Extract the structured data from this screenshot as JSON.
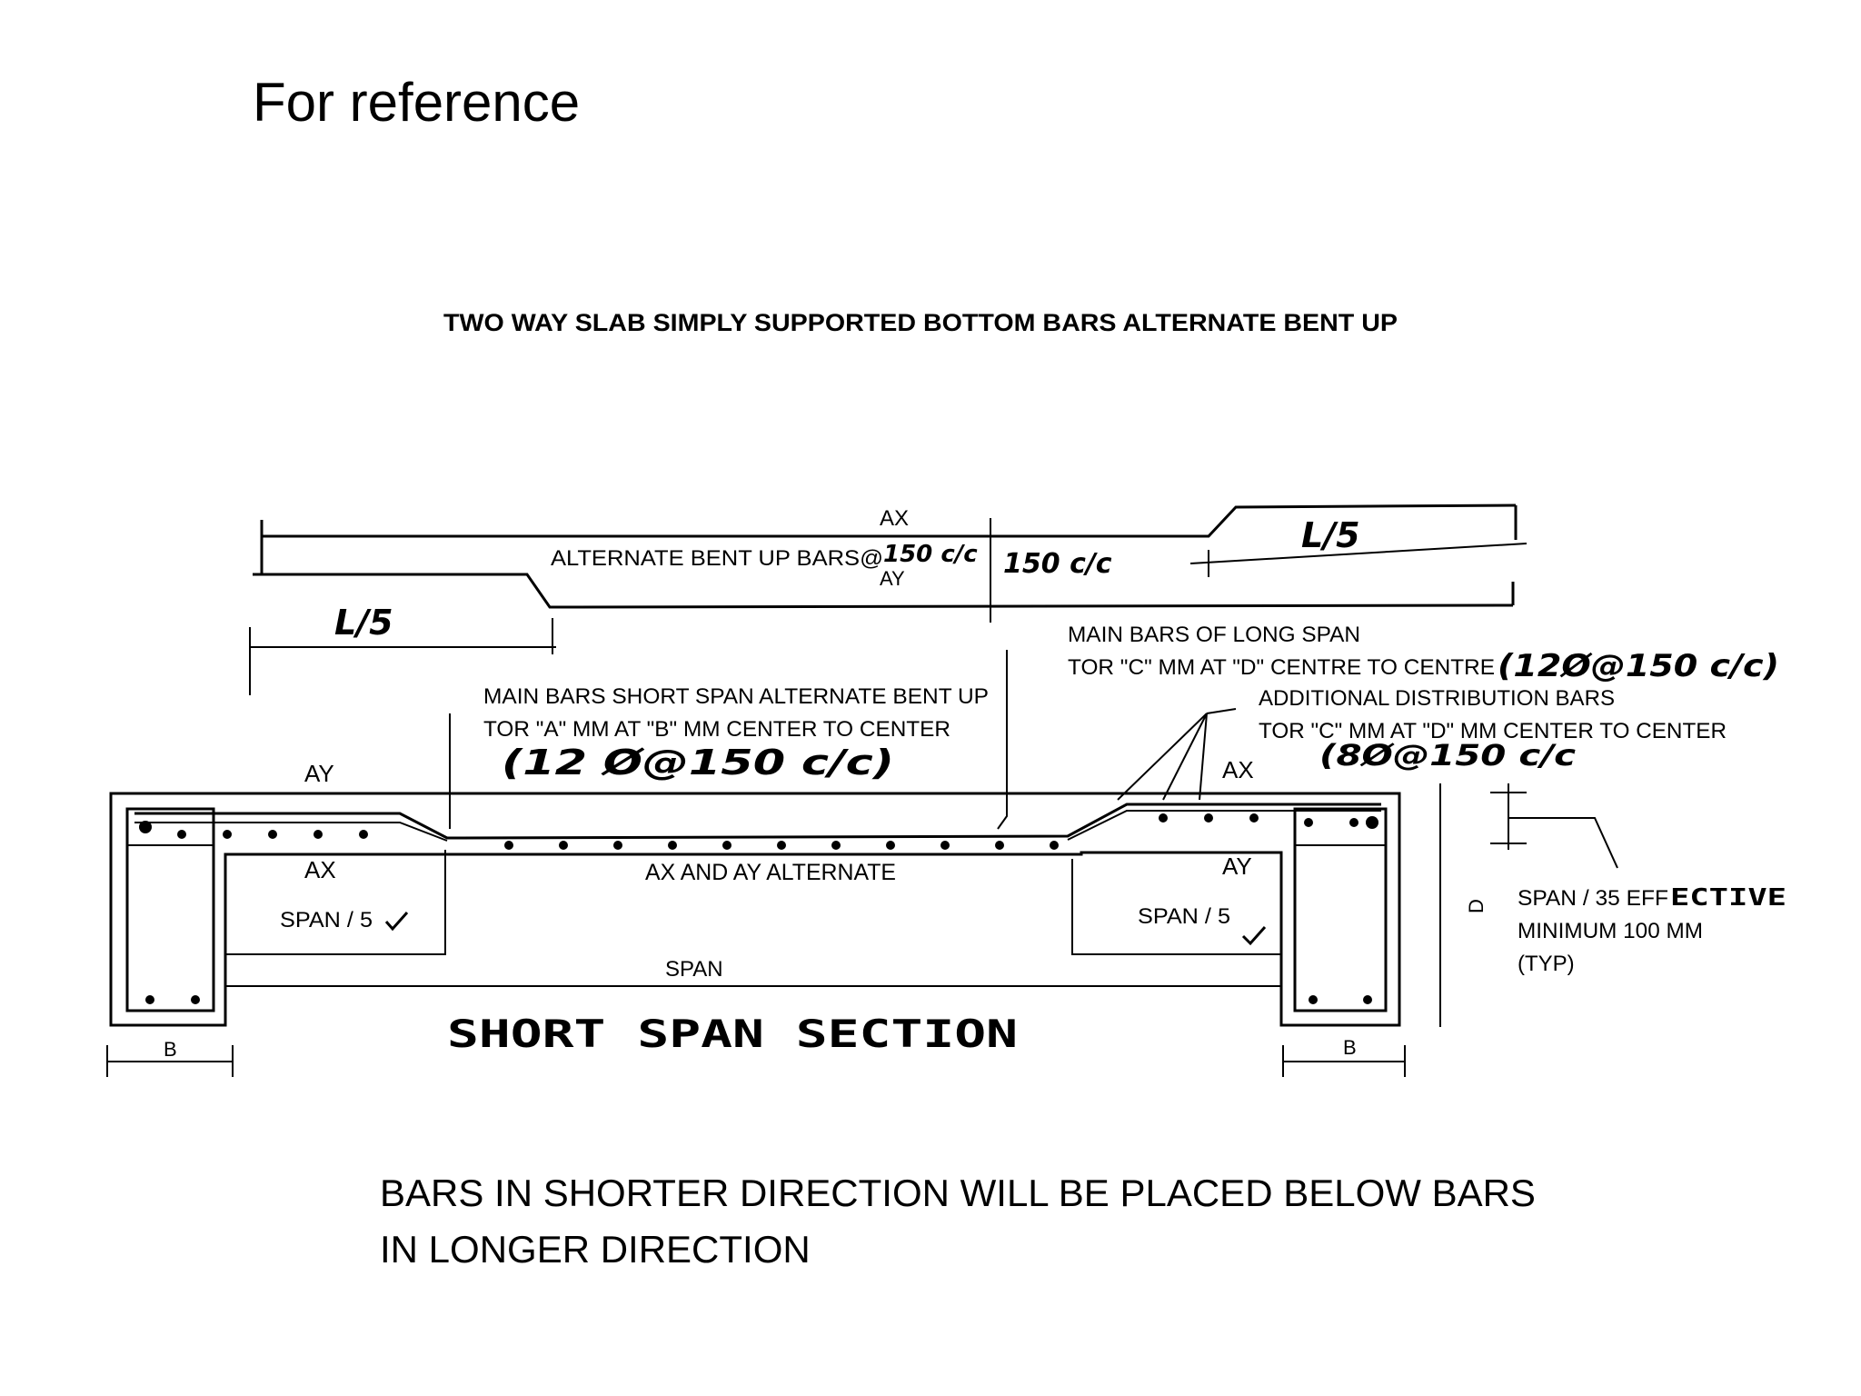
{
  "slide": {
    "title": "For reference",
    "note_line1": "BARS IN SHORTER DIRECTION WILL BE PLACED BELOW BARS",
    "note_line2": "IN LONGER DIRECTION"
  },
  "drawing": {
    "heading": "TWO WAY SLAB SIMPLY SUPPORTED  BOTTOM BARS ALTERNATE BENT UP",
    "top_bar": {
      "ax": "AX",
      "label": "ALTERNATE BENT UP BARS@",
      "spacing_1": "150 c/c",
      "ay": "AY",
      "spacing_2": "150 c/c",
      "l5_left": "L/5",
      "l5_right": "L/5"
    },
    "long_span_note": {
      "line1": "MAIN BARS OF LONG SPAN",
      "line2": "TOR \"C\" MM AT \"D\" CENTRE TO CENTRE",
      "hand": "(12Ø@150 c/c)"
    },
    "short_span_note": {
      "line1": "MAIN BARS SHORT SPAN ALTERNATE BENT UP",
      "line2": "TOR \"A\" MM AT \"B\" MM CENTER TO CENTER",
      "hand": "(12 Ø@150 c/c)"
    },
    "distribution_note": {
      "line1": "ADDITIONAL DISTRIBUTION BARS",
      "line2": "TOR \"C\" MM AT \"D\" MM CENTER TO CENTER",
      "hand": "(8Ø@150 c/c"
    },
    "labels": {
      "ay_left": "AY",
      "ax_left": "AX",
      "ax_right": "AX",
      "ay_right": "AY",
      "alternate": "AX AND AY ALTERNATE",
      "span5_left": "SPAN / 5",
      "span5_right": "SPAN / 5",
      "span": "SPAN",
      "section": "SHORT  SPAN  SECTION",
      "b_left": "B",
      "b_right": "B",
      "d": "D"
    },
    "thickness_note": {
      "line1": "SPAN / 35 EFF",
      "line1_hand": "ECTIVE",
      "line2": "MINIMUM 100 MM",
      "line3": "(TYP)"
    }
  }
}
